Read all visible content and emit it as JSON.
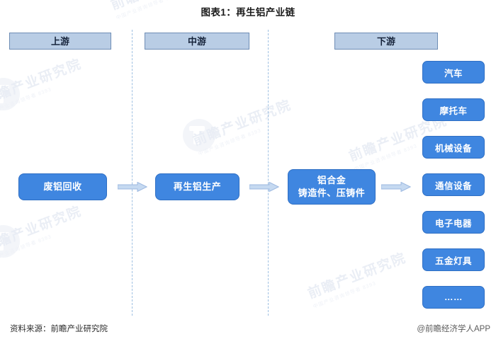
{
  "title": "图表1：再生铝产业链",
  "segments": [
    {
      "key": "upstream",
      "label": "上游"
    },
    {
      "key": "midstream",
      "label": "中游"
    },
    {
      "key": "downstream",
      "label": "下游"
    }
  ],
  "chain_nodes": [
    {
      "key": "scrap-recycling",
      "label": "废铝回收"
    },
    {
      "key": "recycled-produce",
      "label": "再生铝生产"
    },
    {
      "key": "alloy-castings",
      "line1": "铝合金",
      "line2": "铸造件、压铸件"
    }
  ],
  "downstream_applications": [
    {
      "label": "汽车"
    },
    {
      "label": "摩托车"
    },
    {
      "label": "机械设备"
    },
    {
      "label": "通信设备"
    },
    {
      "label": "电子电器"
    },
    {
      "label": "五金灯具"
    },
    {
      "label": "……"
    }
  ],
  "footer": {
    "source": "资料来源：前瞻产业研究院",
    "attribution": "@前瞻经济学人APP"
  },
  "watermark": {
    "text": "前瞻产业研究院",
    "subtext": "中国产业咨询领导者 8393"
  },
  "colors": {
    "node_fill": "#3f86e0",
    "node_border": "#2f6fc4",
    "header_fill": "#b9cde5",
    "header_border": "#6e8db5",
    "arrow_fill": "#c5d9f1",
    "arrow_border": "#9cb8e0",
    "divider": "#9fc0e2"
  }
}
